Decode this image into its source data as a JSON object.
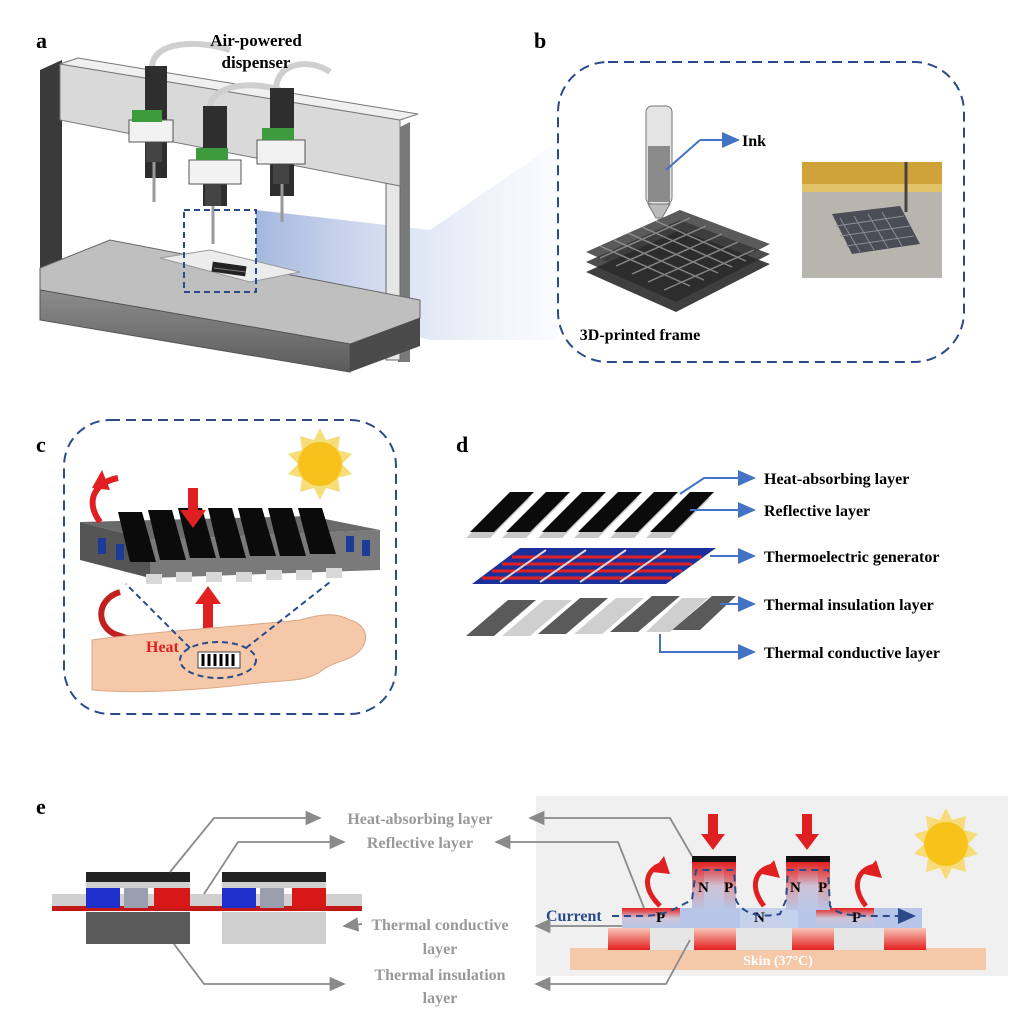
{
  "panels": {
    "a": {
      "letter": "a",
      "label_line1": "Air-powered",
      "label_line2": "dispenser"
    },
    "b": {
      "letter": "b",
      "ink_label": "Ink",
      "frame_label": "3D-printed frame"
    },
    "c": {
      "letter": "c",
      "heat_label": "Heat"
    },
    "d": {
      "letter": "d",
      "layers": [
        "Heat-absorbing layer",
        "Reflective layer",
        "Thermoelectric generator",
        "Thermal insulation layer",
        "Thermal conductive layer"
      ]
    },
    "e": {
      "letter": "e",
      "heat_absorbing": "Heat-absorbing layer",
      "reflective": "Reflective layer",
      "conductive_1": "Thermal conductive",
      "conductive_2": "layer",
      "insulation_1": "Thermal insulation",
      "insulation_2": "layer",
      "current": "Current",
      "skin": "Skin (37°C)",
      "n": "N",
      "p": "P"
    }
  },
  "colors": {
    "frame_blue": "#2b4a8a",
    "arrow_blue": "#4472c4",
    "heat_red": "#e02020",
    "tag_gray": "#999999",
    "skin": "#f4c8a8",
    "sun": "#f7c21a"
  }
}
